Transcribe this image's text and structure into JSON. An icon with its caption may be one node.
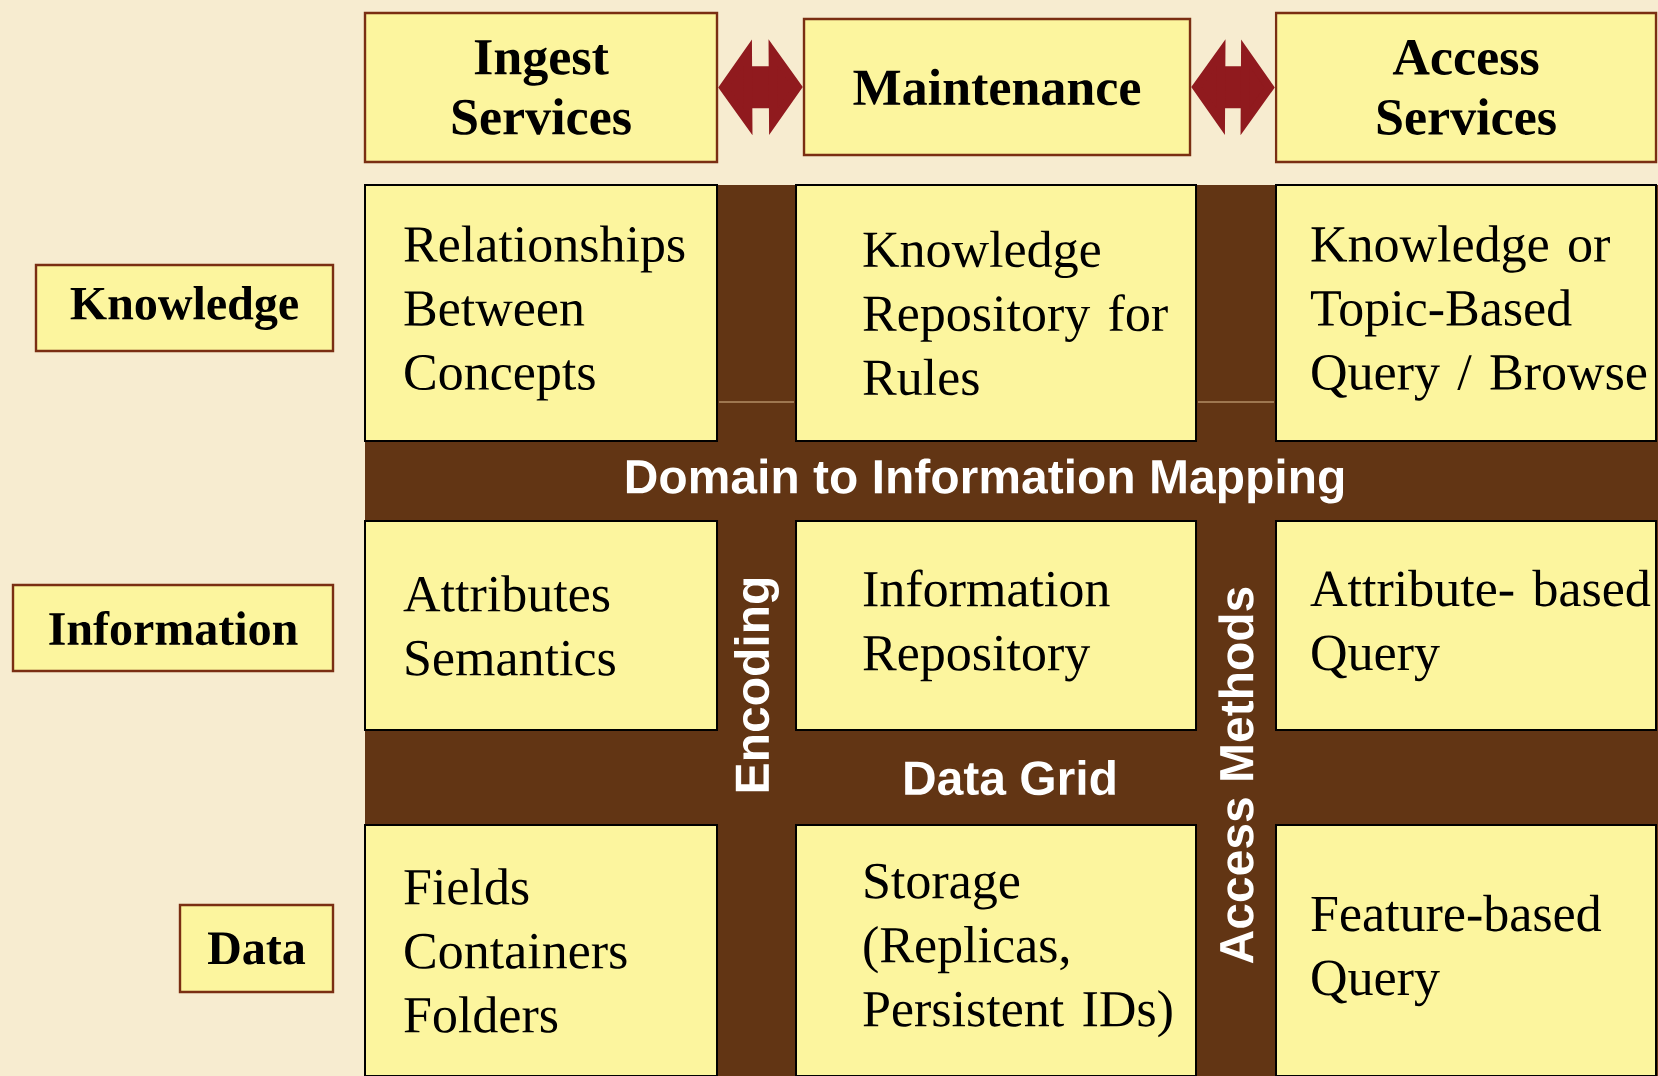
{
  "diagram": {
    "nodes": [
      {
        "text": [
          "Ingest Services"
        ]
      },
      {
        "text": [
          "Maintenance"
        ]
      },
      {
        "text": [
          "Access Services"
        ]
      },
      {
        "text": [
          "Knowledge"
        ]
      },
      {
        "text": [
          "Relationships Between Concepts"
        ]
      },
      {
        "text": [
          "Knowledge Repository for Rules"
        ]
      },
      {
        "text": [
          "Knowledge or Topic-Based Query / Browse"
        ]
      },
      {
        "text": [
          "Domain to Information Mapping"
        ]
      },
      {
        "text": [
          "Information"
        ]
      },
      {
        "text": [
          "Attributes Semantics"
        ]
      },
      {
        "text": [
          "Information Repository"
        ]
      },
      {
        "text": [
          "Attribute- based Query"
        ]
      },
      {
        "text": [
          "Encoding"
        ]
      },
      {
        "text": [
          "Data Grid"
        ]
      },
      {
        "text": [
          "Access Methods"
        ]
      },
      {
        "text": [
          "Data"
        ]
      },
      {
        "text": [
          "Fields Containers Folders"
        ]
      },
      {
        "text": [
          "Storage (Replicas, Persistent IDs)"
        ]
      },
      {
        "text": [
          "Feature-based Query"
        ]
      }
    ],
    "edges": [
      {
        "from": 0,
        "to": 1,
        "arrow": "both"
      },
      {
        "from": 1,
        "to": 2,
        "arrow": "both"
      }
    ]
  }
}
